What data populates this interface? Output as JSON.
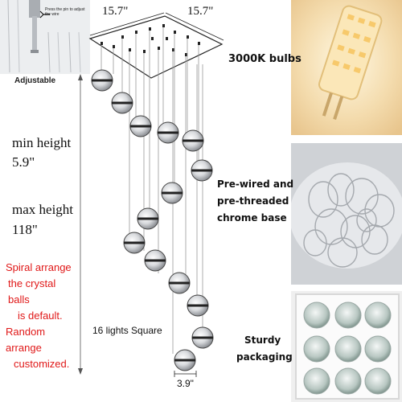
{
  "inset": {
    "hint_text": "Press the pin to adjust the wire",
    "caption": "Adjustable"
  },
  "dimensions": {
    "width_a": "15.7\"",
    "width_b": "15.7\"",
    "ball_diameter": "3.9\""
  },
  "height": {
    "min_label": "min height",
    "min_value": "5.9\"",
    "max_label": "max height",
    "max_value": "118\""
  },
  "note": {
    "lines": [
      "Spiral arrange",
      "the crystal balls",
      "is default.",
      "Random arrange",
      "customized."
    ],
    "color": "#e01818"
  },
  "count_label": "16 lights Square",
  "features": {
    "bulbs": "3000K bulbs",
    "base_line1": "Pre-wired and",
    "base_line2": "pre-threaded",
    "base_line3": "chrome base",
    "pack_line1": "Sturdy",
    "pack_line2": "packaging"
  }
}
